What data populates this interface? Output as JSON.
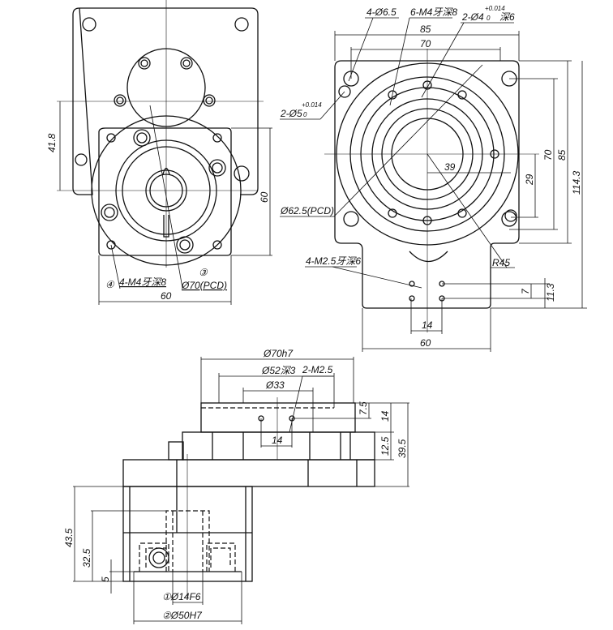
{
  "front_view": {
    "dim_height_plate": "41.8",
    "dim_flange_height": "60",
    "dim_flange_width": "60",
    "note_tapped_holes": "4-M4牙深8",
    "note_tapped_marker": "④",
    "note_pcd": "Ø70(PCD)",
    "note_pcd_marker": "③"
  },
  "side_view": {
    "note_holes_corner": "4-Ø6.5",
    "note_tapped": "6-M4牙深8",
    "note_pin_holes": "2-Ø4",
    "note_pin_tol": "+0.014",
    "note_pin_tol_low": "0",
    "note_pin_depth": "深6",
    "note_pin_holes_2": "2-Ø5",
    "note_pin2_tol": "+0.014",
    "note_pin2_tol_low": "0",
    "dim_85_top": "85",
    "dim_70_top": "70",
    "dim_70_right": "70",
    "dim_85_right": "85",
    "dim_114": "114.3",
    "dim_29": "29",
    "dim_39": "39",
    "note_pcd": "Ø62.5(PCD)",
    "note_r45": "R45",
    "note_m25": "4-M2.5牙深6",
    "dim_7": "7",
    "dim_11": "11.3",
    "dim_14": "14",
    "dim_60": "60"
  },
  "bottom_view": {
    "dim_70h7": "Ø70h7",
    "dim_52": "Ø52深3",
    "dim_33": "Ø33",
    "note_m25": "2-M2.5",
    "dim_14": "14",
    "dim_7_5": "7.5",
    "dim_14_r": "14",
    "dim_12_5": "12.5",
    "dim_39_5": "39.5",
    "dim_43_5": "43.5",
    "dim_32_5": "32.5",
    "dim_5": "5",
    "dim_14f6": "①Ø14F6",
    "dim_50h7": "②Ø50H7"
  }
}
